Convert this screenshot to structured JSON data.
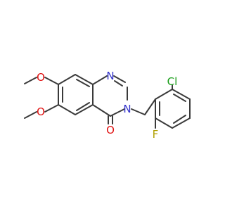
{
  "molecule": {
    "atom_labels": {
      "n1": "N",
      "n3": "N",
      "o_carbonyl": "O",
      "o_methoxy_7": "O",
      "o_methoxy_6": "O",
      "cl": "Cl",
      "f": "F"
    },
    "colors": {
      "bond": "#3a3a3a",
      "nitrogen": "#3333cc",
      "oxygen": "#e01010",
      "chlorine": "#1a9e1a",
      "fluorine": "#b0a000"
    }
  }
}
